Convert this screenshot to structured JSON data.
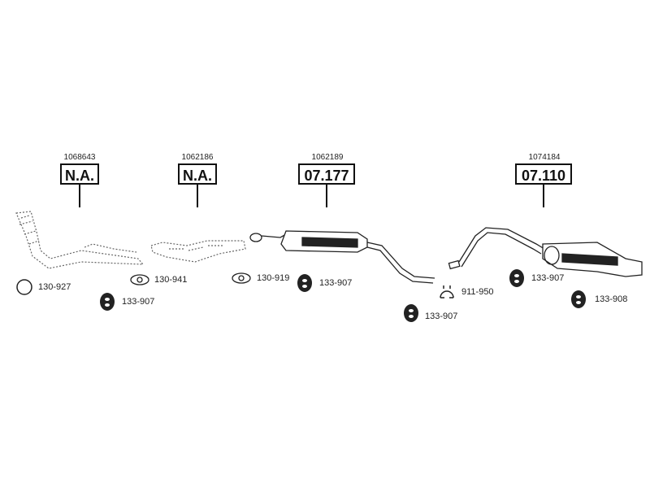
{
  "sections": [
    {
      "ref": "1068643",
      "code": "N.A."
    },
    {
      "ref": "1062186",
      "code": "N.A."
    },
    {
      "ref": "1062189",
      "code": "07.177"
    },
    {
      "ref": "1074184",
      "code": "07.110"
    }
  ],
  "parts": {
    "p1": "130-927",
    "p2": "133-907",
    "p3": "130-941",
    "p4": "130-919",
    "p5": "133-907",
    "p6": "133-907",
    "p7": "911-950",
    "p8": "133-907",
    "p9": "133-908"
  }
}
